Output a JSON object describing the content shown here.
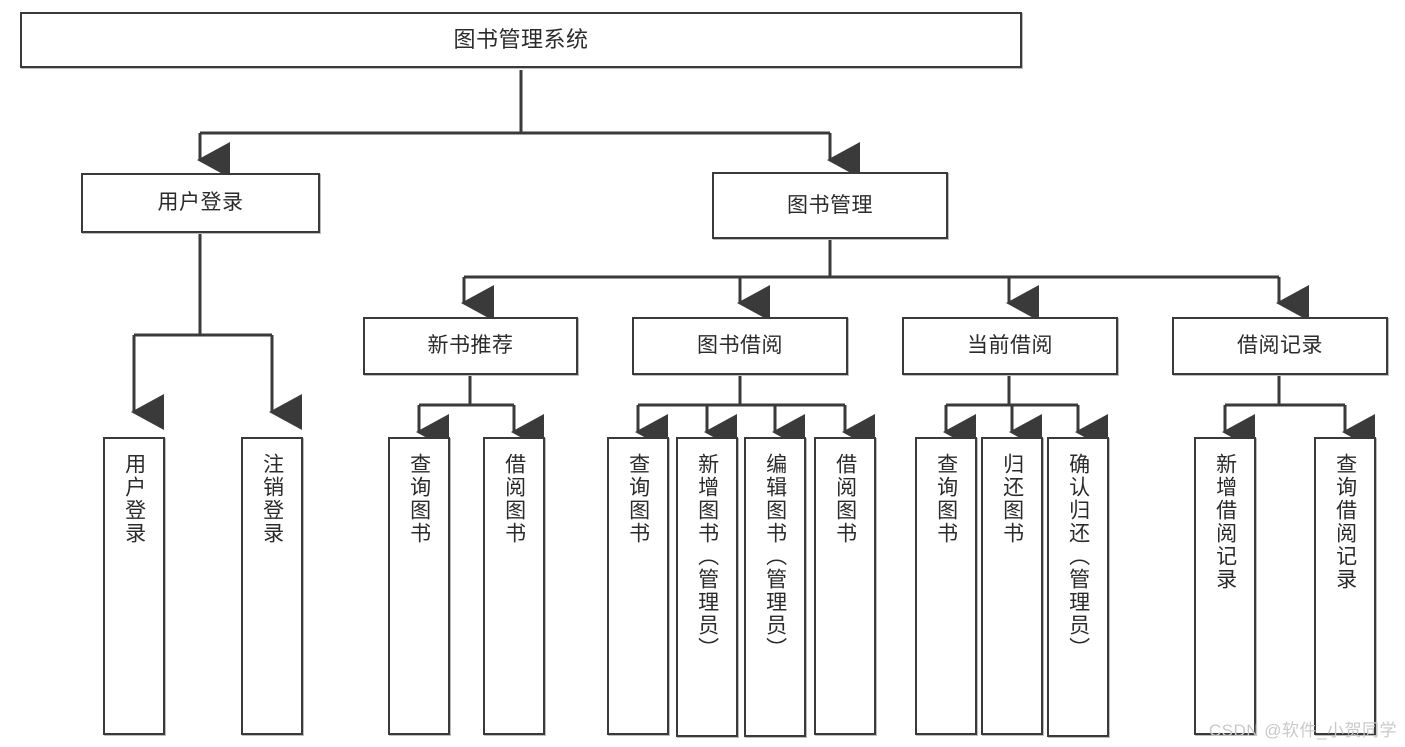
{
  "diagram": {
    "type": "tree",
    "title": "图书管理系统",
    "watermark": "CSDN @软件_小贺同学",
    "colors": {
      "box_border": "#3a3a3a",
      "box_fill": "#ffffff",
      "connector": "#3a3a3a",
      "text": "#2b2b2b",
      "watermark": "#c9c9c9"
    },
    "levels": {
      "root": {
        "label": "图书管理系统"
      },
      "level2": [
        {
          "label": "用户登录"
        },
        {
          "label": "图书管理"
        }
      ],
      "level3": [
        {
          "label": "新书推荐",
          "parent": "图书管理"
        },
        {
          "label": "图书借阅",
          "parent": "图书管理"
        },
        {
          "label": "当前借阅",
          "parent": "图书管理"
        },
        {
          "label": "借阅记录",
          "parent": "图书管理"
        }
      ],
      "leaves": [
        {
          "label": "用户登录",
          "parent": "用户登录"
        },
        {
          "label": "注销登录",
          "parent": "用户登录"
        },
        {
          "label": "查询图书",
          "parent": "新书推荐"
        },
        {
          "label": "借阅图书",
          "parent": "新书推荐"
        },
        {
          "label": "查询图书",
          "parent": "图书借阅"
        },
        {
          "label": "新增图书（管理员）",
          "parent": "图书借阅"
        },
        {
          "label": "编辑图书（管理员）",
          "parent": "图书借阅"
        },
        {
          "label": "借阅图书",
          "parent": "图书借阅"
        },
        {
          "label": "查询图书",
          "parent": "当前借阅"
        },
        {
          "label": "归还图书",
          "parent": "当前借阅"
        },
        {
          "label": "确认归还（管理员）",
          "parent": "当前借阅"
        },
        {
          "label": "新增借阅记录",
          "parent": "借阅记录"
        },
        {
          "label": "查询借阅记录",
          "parent": "借阅记录"
        }
      ]
    }
  }
}
